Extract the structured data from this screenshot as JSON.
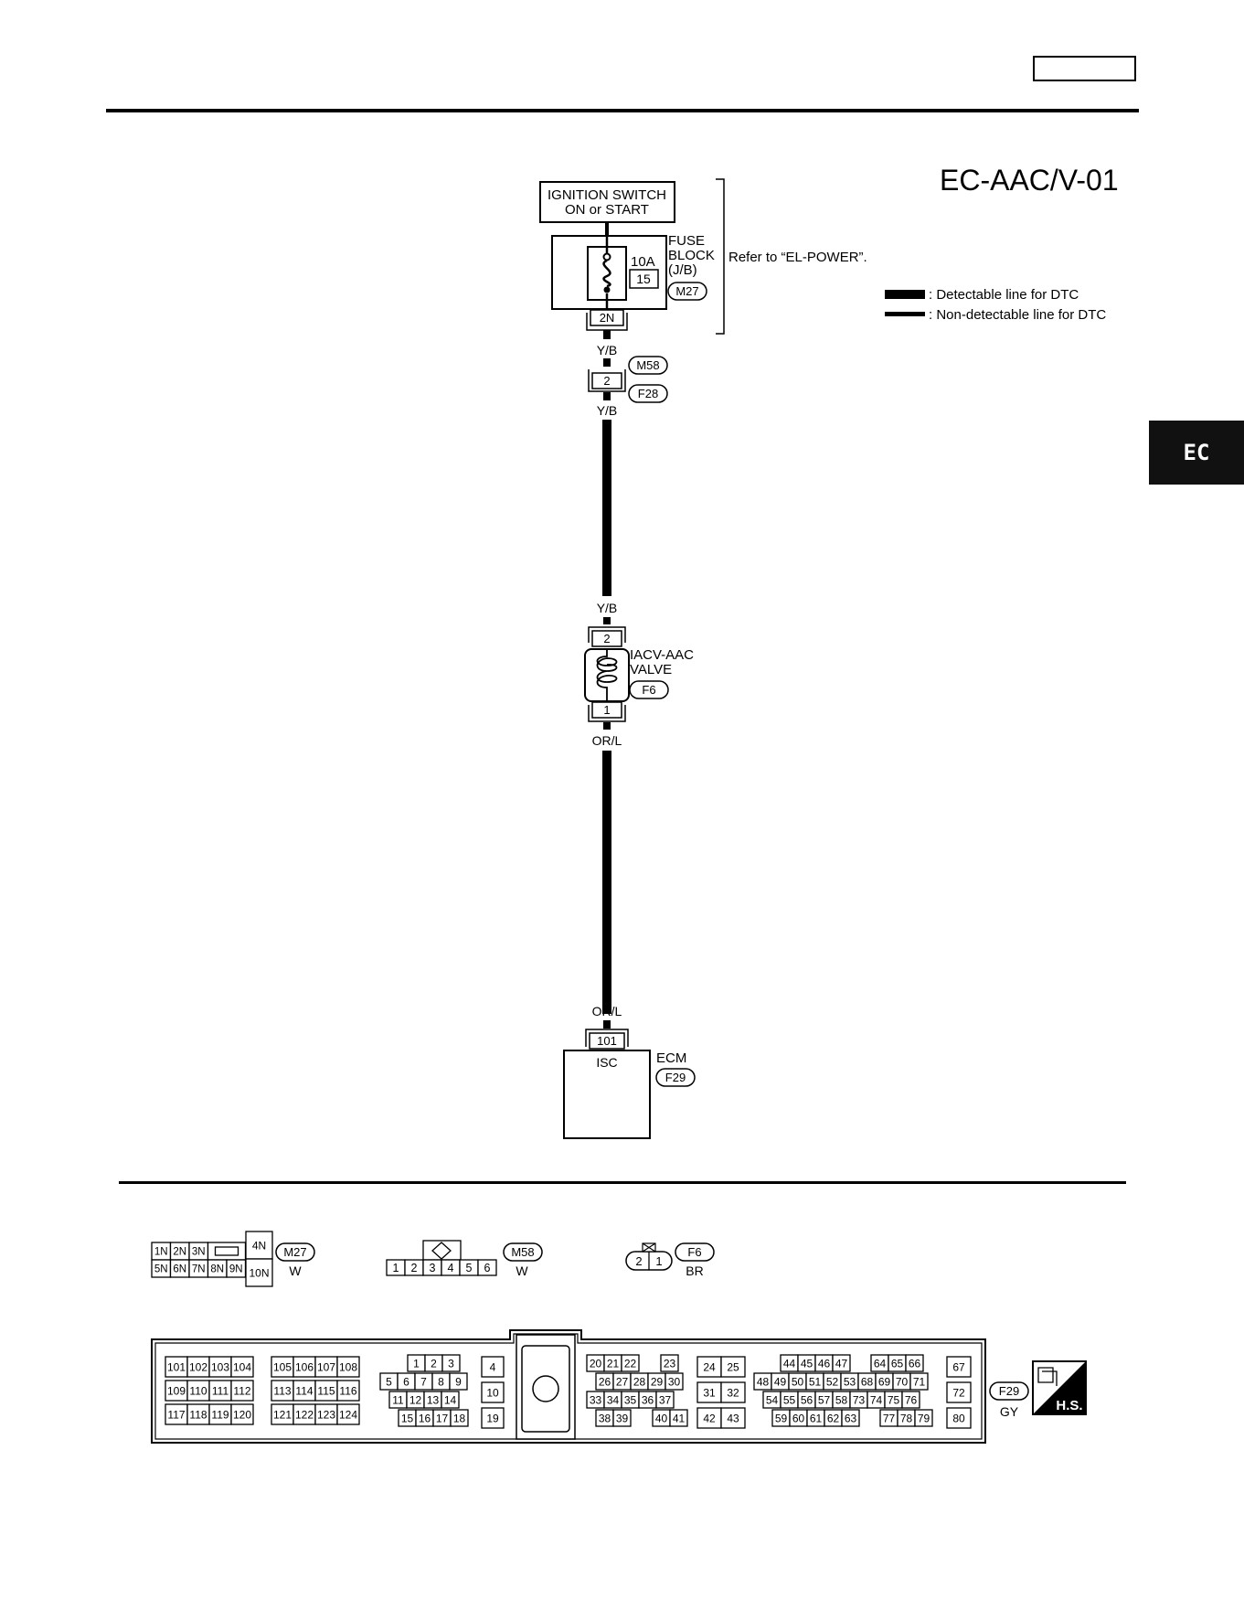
{
  "diagram_id": "EC-AAC/V-01",
  "side_tab": "EC",
  "legend": {
    "detectable": ": Detectable line for DTC",
    "non_detectable": ": Non-detectable line for DTC"
  },
  "ignition_switch": {
    "line1": "IGNITION SWITCH",
    "line2": "ON or START"
  },
  "fuse_block": {
    "rating": "10A",
    "number": "15",
    "label1": "FUSE",
    "label2": "BLOCK",
    "label3": "(J/B)",
    "connector": "M27",
    "pin": "2N",
    "refer": "Refer to “EL-POWER”."
  },
  "wires": {
    "yb": "Y/B",
    "orl": "OR/L"
  },
  "joint": {
    "pin": "2",
    "connector_top": "M58",
    "connector_bottom": "F28"
  },
  "iacv": {
    "pin_top": "2",
    "pin_bottom": "1",
    "label1": "IACV-AAC",
    "label2": "VALVE",
    "connector": "F6"
  },
  "ecm": {
    "pin": "101",
    "terminal": "ISC",
    "label": "ECM",
    "connector": "F29"
  },
  "connectors": {
    "m27": {
      "id": "M27",
      "color": "W",
      "top": [
        "1N",
        "2N",
        "3N"
      ],
      "bottom": [
        "5N",
        "6N",
        "7N",
        "8N",
        "9N"
      ],
      "right_top": "4N",
      "right_bottom": "10N"
    },
    "m58": {
      "id": "M58",
      "color": "W",
      "pins": [
        "1",
        "2",
        "3",
        "4",
        "5",
        "6"
      ]
    },
    "f6": {
      "id": "F6",
      "color": "BR",
      "pins": [
        "2",
        "1"
      ]
    },
    "f29": {
      "id": "F29",
      "color": "GY",
      "badge": "H.S.",
      "group_a": [
        [
          "101",
          "102",
          "103",
          "104"
        ],
        [
          "109",
          "110",
          "111",
          "112"
        ],
        [
          "117",
          "118",
          "119",
          "120"
        ]
      ],
      "group_b": [
        [
          "105",
          "106",
          "107",
          "108"
        ],
        [
          "113",
          "114",
          "115",
          "116"
        ],
        [
          "121",
          "122",
          "123",
          "124"
        ]
      ],
      "group_c": [
        [
          "1",
          "2",
          "3"
        ],
        [
          "5",
          "6",
          "7",
          "8",
          "9"
        ],
        [
          "11",
          "12",
          "13",
          "14"
        ],
        [
          "15",
          "16",
          "17",
          "18"
        ]
      ],
      "group_d": [
        "4",
        "10",
        "19"
      ],
      "group_e": [
        [
          "20",
          "21",
          "22",
          "23"
        ],
        [
          "26",
          "27",
          "28",
          "29",
          "30"
        ],
        [
          "33",
          "34",
          "35",
          "36",
          "37"
        ],
        [
          "38",
          "39",
          "40",
          "41"
        ]
      ],
      "group_f": [
        [
          "24",
          "25"
        ],
        [
          "31",
          "32"
        ],
        [
          "42",
          "43"
        ]
      ],
      "group_g": [
        [
          "44",
          "45",
          "46",
          "47",
          "64",
          "65",
          "66"
        ],
        [
          "48",
          "49",
          "50",
          "51",
          "52",
          "53",
          "68",
          "69",
          "70",
          "71"
        ],
        [
          "54",
          "55",
          "56",
          "57",
          "58",
          "73",
          "74",
          "75",
          "76"
        ],
        [
          "59",
          "60",
          "61",
          "62",
          "63",
          "77",
          "78",
          "79"
        ]
      ],
      "group_h": [
        "67",
        "72",
        "80"
      ]
    }
  }
}
